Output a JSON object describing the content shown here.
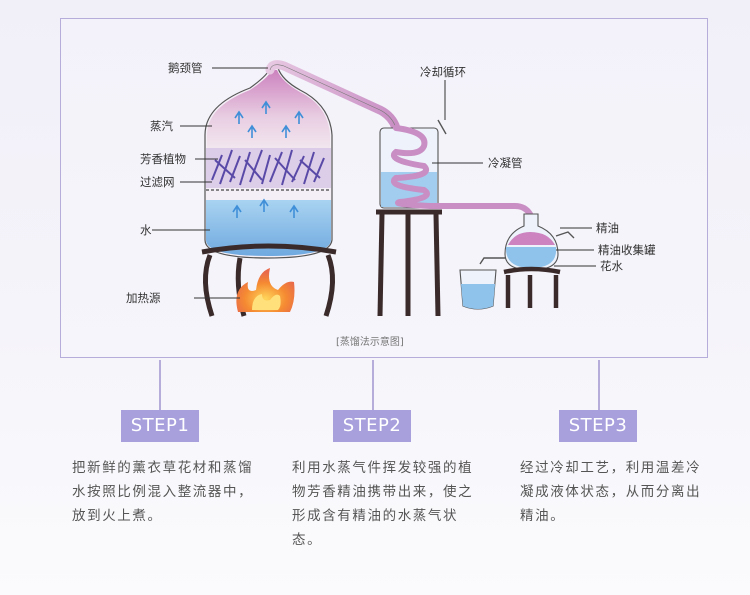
{
  "diagram": {
    "labels": {
      "neck": "鹅颈管",
      "steam": "蒸汽",
      "plants": "芳香植物",
      "filter": "过滤网",
      "water": "水",
      "heat": "加热源",
      "cooling_cycle": "冷却循环",
      "condenser": "冷凝管",
      "essential_oil": "精油",
      "collector": "精油收集罐",
      "hydrosol": "花水"
    },
    "caption": "[蒸馏法示意图]"
  },
  "steps": [
    {
      "label": "STEP1",
      "text": "把新鲜的薰衣草花材和蒸馏水按照比例混入整流器中，放到火上煮。"
    },
    {
      "label": "STEP2",
      "text": "利用水蒸气件挥发较强的植物芳香精油携带出来，使之形成含有精油的水蒸气状态。"
    },
    {
      "label": "STEP3",
      "text": "经过冷却工艺，利用温差冷凝成液体状态，从而分离出精油。"
    }
  ],
  "colors": {
    "accent": "#a7a0dd",
    "frame": "#b6addb",
    "water": "#8fc3ec",
    "lavender": "#b58ac8",
    "stand": "#3a2a2a",
    "flame": "#f0883a"
  }
}
